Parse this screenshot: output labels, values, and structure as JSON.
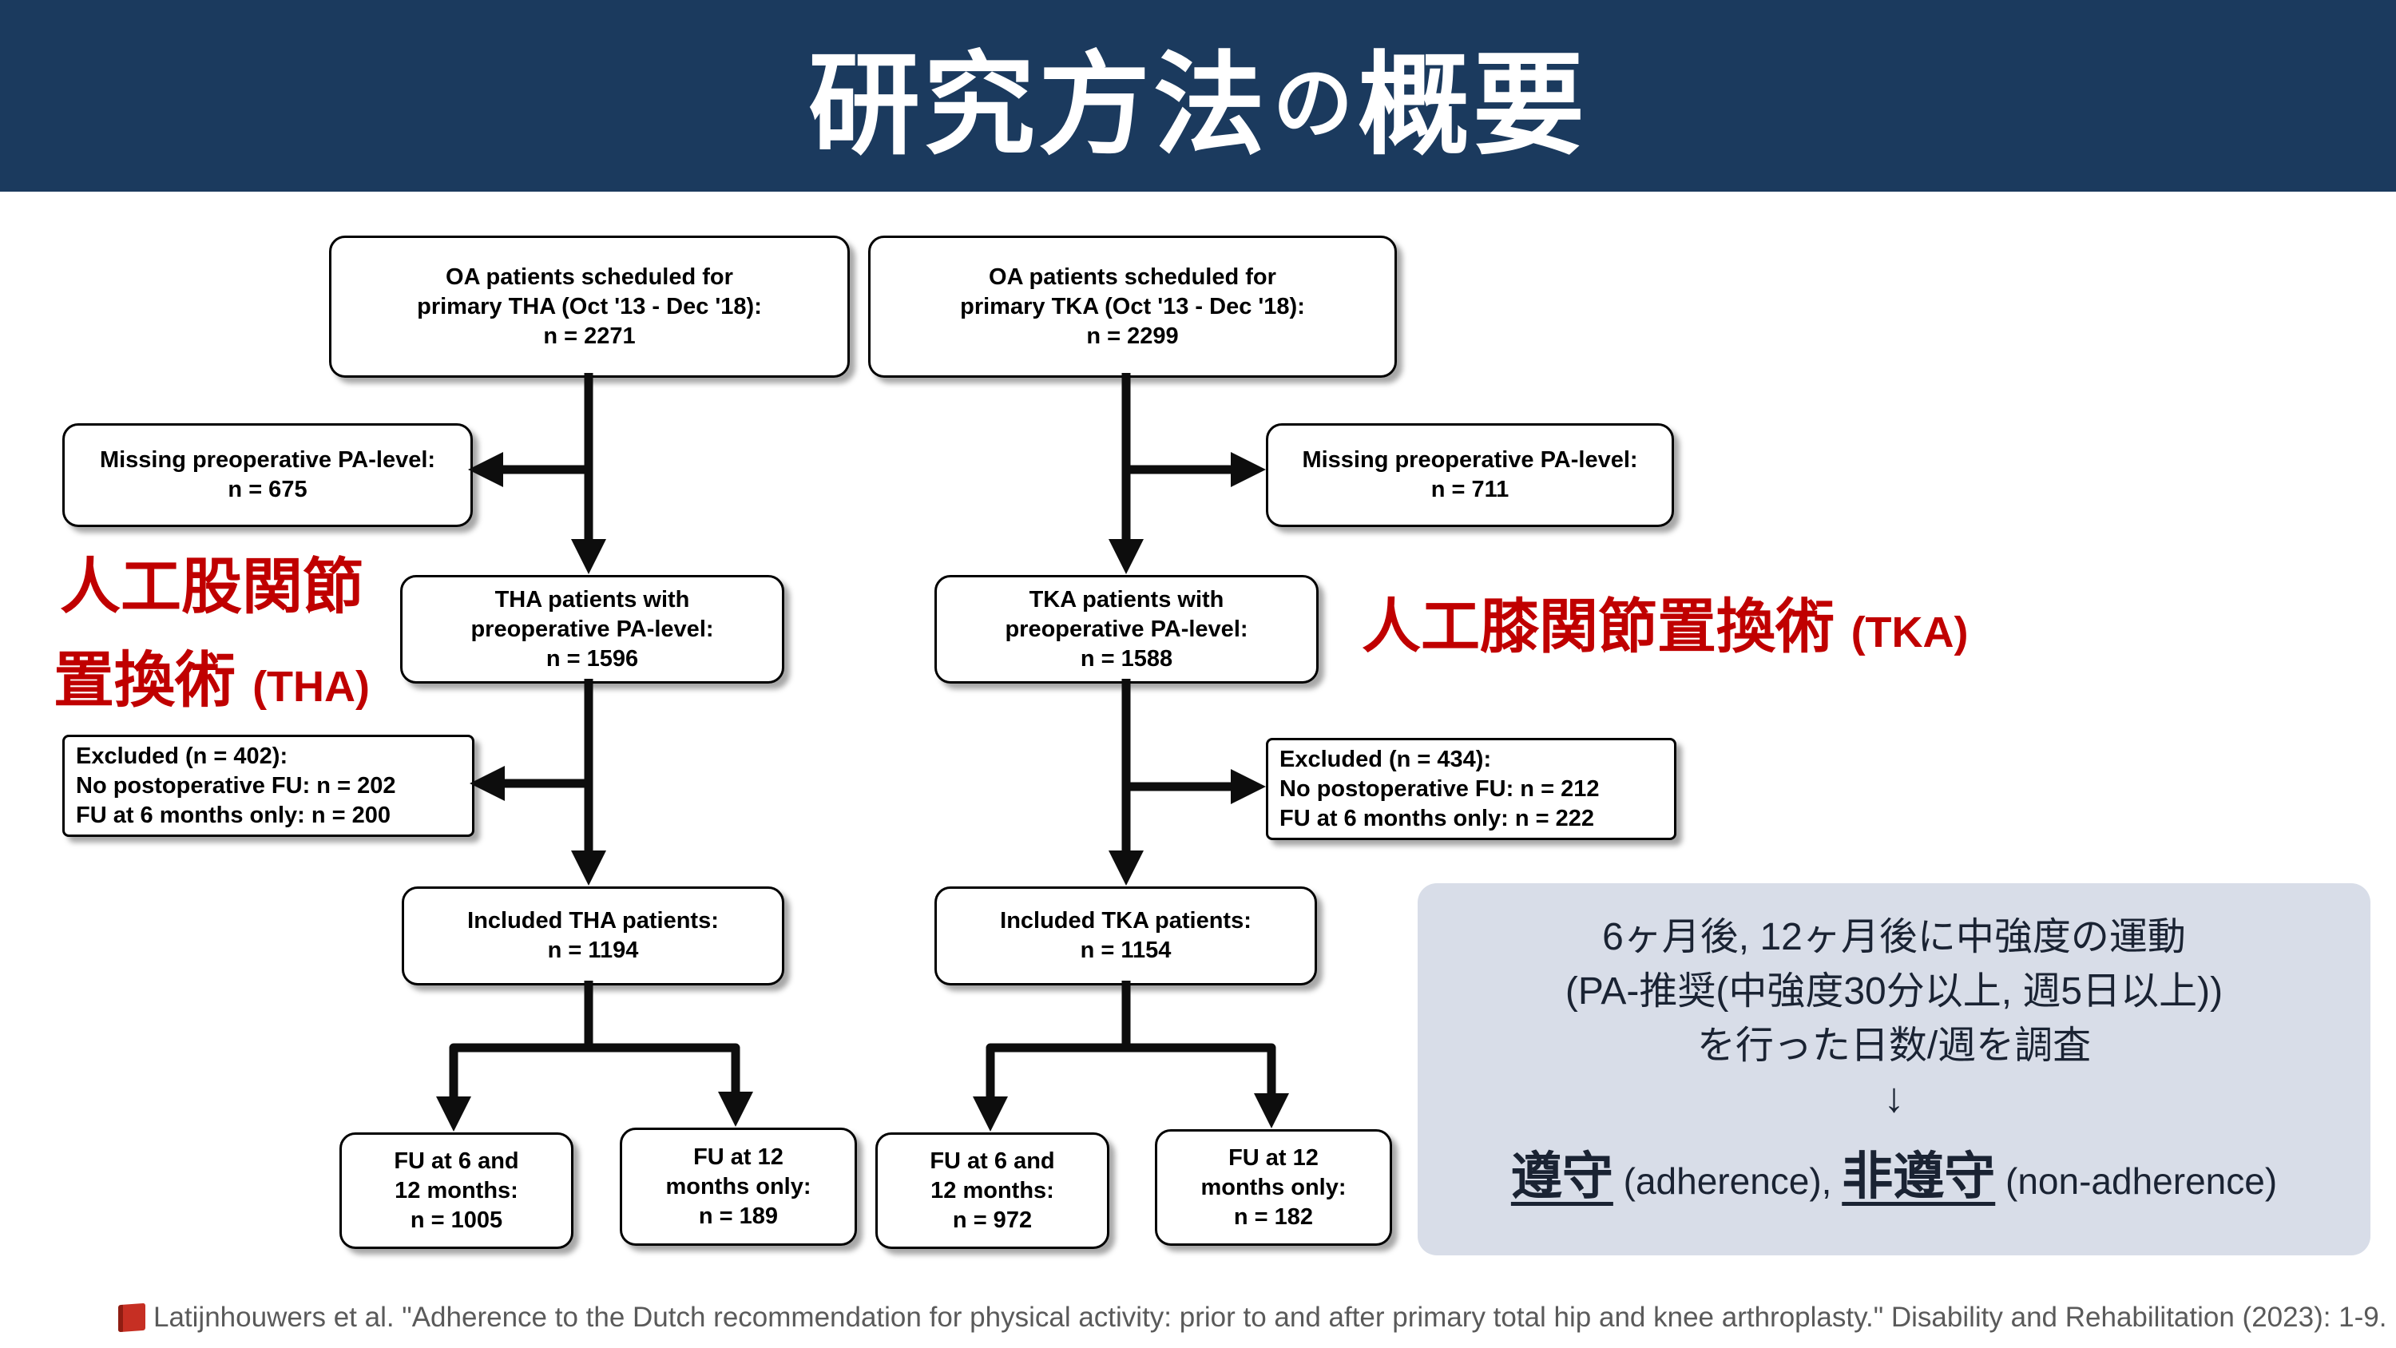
{
  "header": {
    "title_main_1": "研究方法",
    "title_particle": "の",
    "title_main_2": "概要",
    "bg_color": "#1B3A5E",
    "title_color": "#FFFFFF"
  },
  "flowchart": {
    "boxes": {
      "tha_top": {
        "lines": [
          "OA patients scheduled for",
          "primary THA (Oct '13 - Dec '18):",
          "n = 2271"
        ]
      },
      "tka_top": {
        "lines": [
          "OA patients scheduled for",
          "primary TKA (Oct '13 - Dec '18):",
          "n = 2299"
        ]
      },
      "missing_tha": {
        "lines": [
          "Missing preoperative PA-level:",
          "n = 675"
        ]
      },
      "missing_tka": {
        "lines": [
          "Missing preoperative PA-level:",
          "n = 711"
        ]
      },
      "tha_preop": {
        "lines": [
          "THA patients with",
          "preoperative PA-level:",
          "n = 1596"
        ]
      },
      "tka_preop": {
        "lines": [
          "TKA patients with",
          "preoperative PA-level:",
          "n = 1588"
        ]
      },
      "excluded_tha": {
        "lines": [
          "Excluded (n = 402):",
          "No postoperative FU: n = 202",
          "FU at 6 months only: n = 200"
        ]
      },
      "excluded_tka": {
        "lines": [
          "Excluded (n = 434):",
          "No postoperative FU: n = 212",
          "FU at 6 months only: n = 222"
        ]
      },
      "included_tha": {
        "lines": [
          "Included THA patients:",
          "n = 1194"
        ]
      },
      "included_tka": {
        "lines": [
          "Included TKA patients:",
          "n = 1154"
        ]
      },
      "fu_6_12_tha": {
        "lines": [
          "FU at 6 and",
          "12 months:",
          "n = 1005"
        ]
      },
      "fu_12_tha": {
        "lines": [
          "FU at 12",
          "months only:",
          "n = 189"
        ]
      },
      "fu_6_12_tka": {
        "lines": [
          "FU at 6 and",
          "12 months:",
          "n = 972"
        ]
      },
      "fu_12_tka": {
        "lines": [
          "FU at 12",
          "months only:",
          "n = 182"
        ]
      }
    }
  },
  "annotations": {
    "color": "#C00000",
    "tha_label": {
      "line1": "人工股関節",
      "line2_kanji": "置換術 ",
      "line2_suffix": "(THA)"
    },
    "tka_label": {
      "kanji": "人工膝関節置換術 ",
      "suffix": "(TKA)"
    }
  },
  "note_box": {
    "bg_color": "#D8DDE8",
    "line1": "6ヶ月後, 12ヶ月後に中強度の運動",
    "line2": "(PA-推奨(中強度30分以上, 週5日以上))",
    "line3": "を行った日数/週を調査",
    "down_arrow": "↓",
    "adherence_jp": "遵守",
    "adherence_en": " (adherence), ",
    "non_adherence_jp": "非遵守",
    "non_adherence_en": " (non-adherence)"
  },
  "citation": {
    "text": "Latijnhouwers et al. \"Adherence to the Dutch recommendation for physical activity: prior to and after primary total hip and knee arthroplasty.\" Disability and Rehabilitation (2023): 1-9."
  }
}
